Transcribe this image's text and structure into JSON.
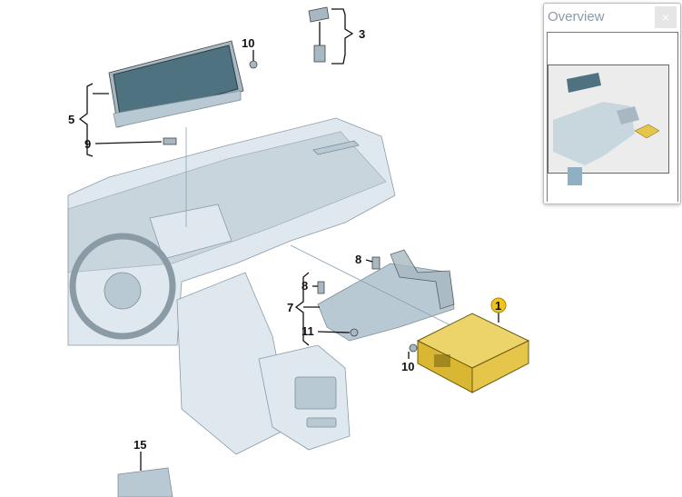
{
  "diagram": {
    "callouts": {
      "c1": "1",
      "c3": "3",
      "c5": "5",
      "c7": "7",
      "c8a": "8",
      "c8b": "8",
      "c9": "9",
      "c10a": "10",
      "c10b": "10",
      "c11": "11",
      "c15": "15"
    },
    "highlight_color": "#f0c419",
    "highlighted_part": "1"
  },
  "overview": {
    "title": "Overview",
    "close_icon": "close-icon",
    "close_glyph": "×"
  }
}
